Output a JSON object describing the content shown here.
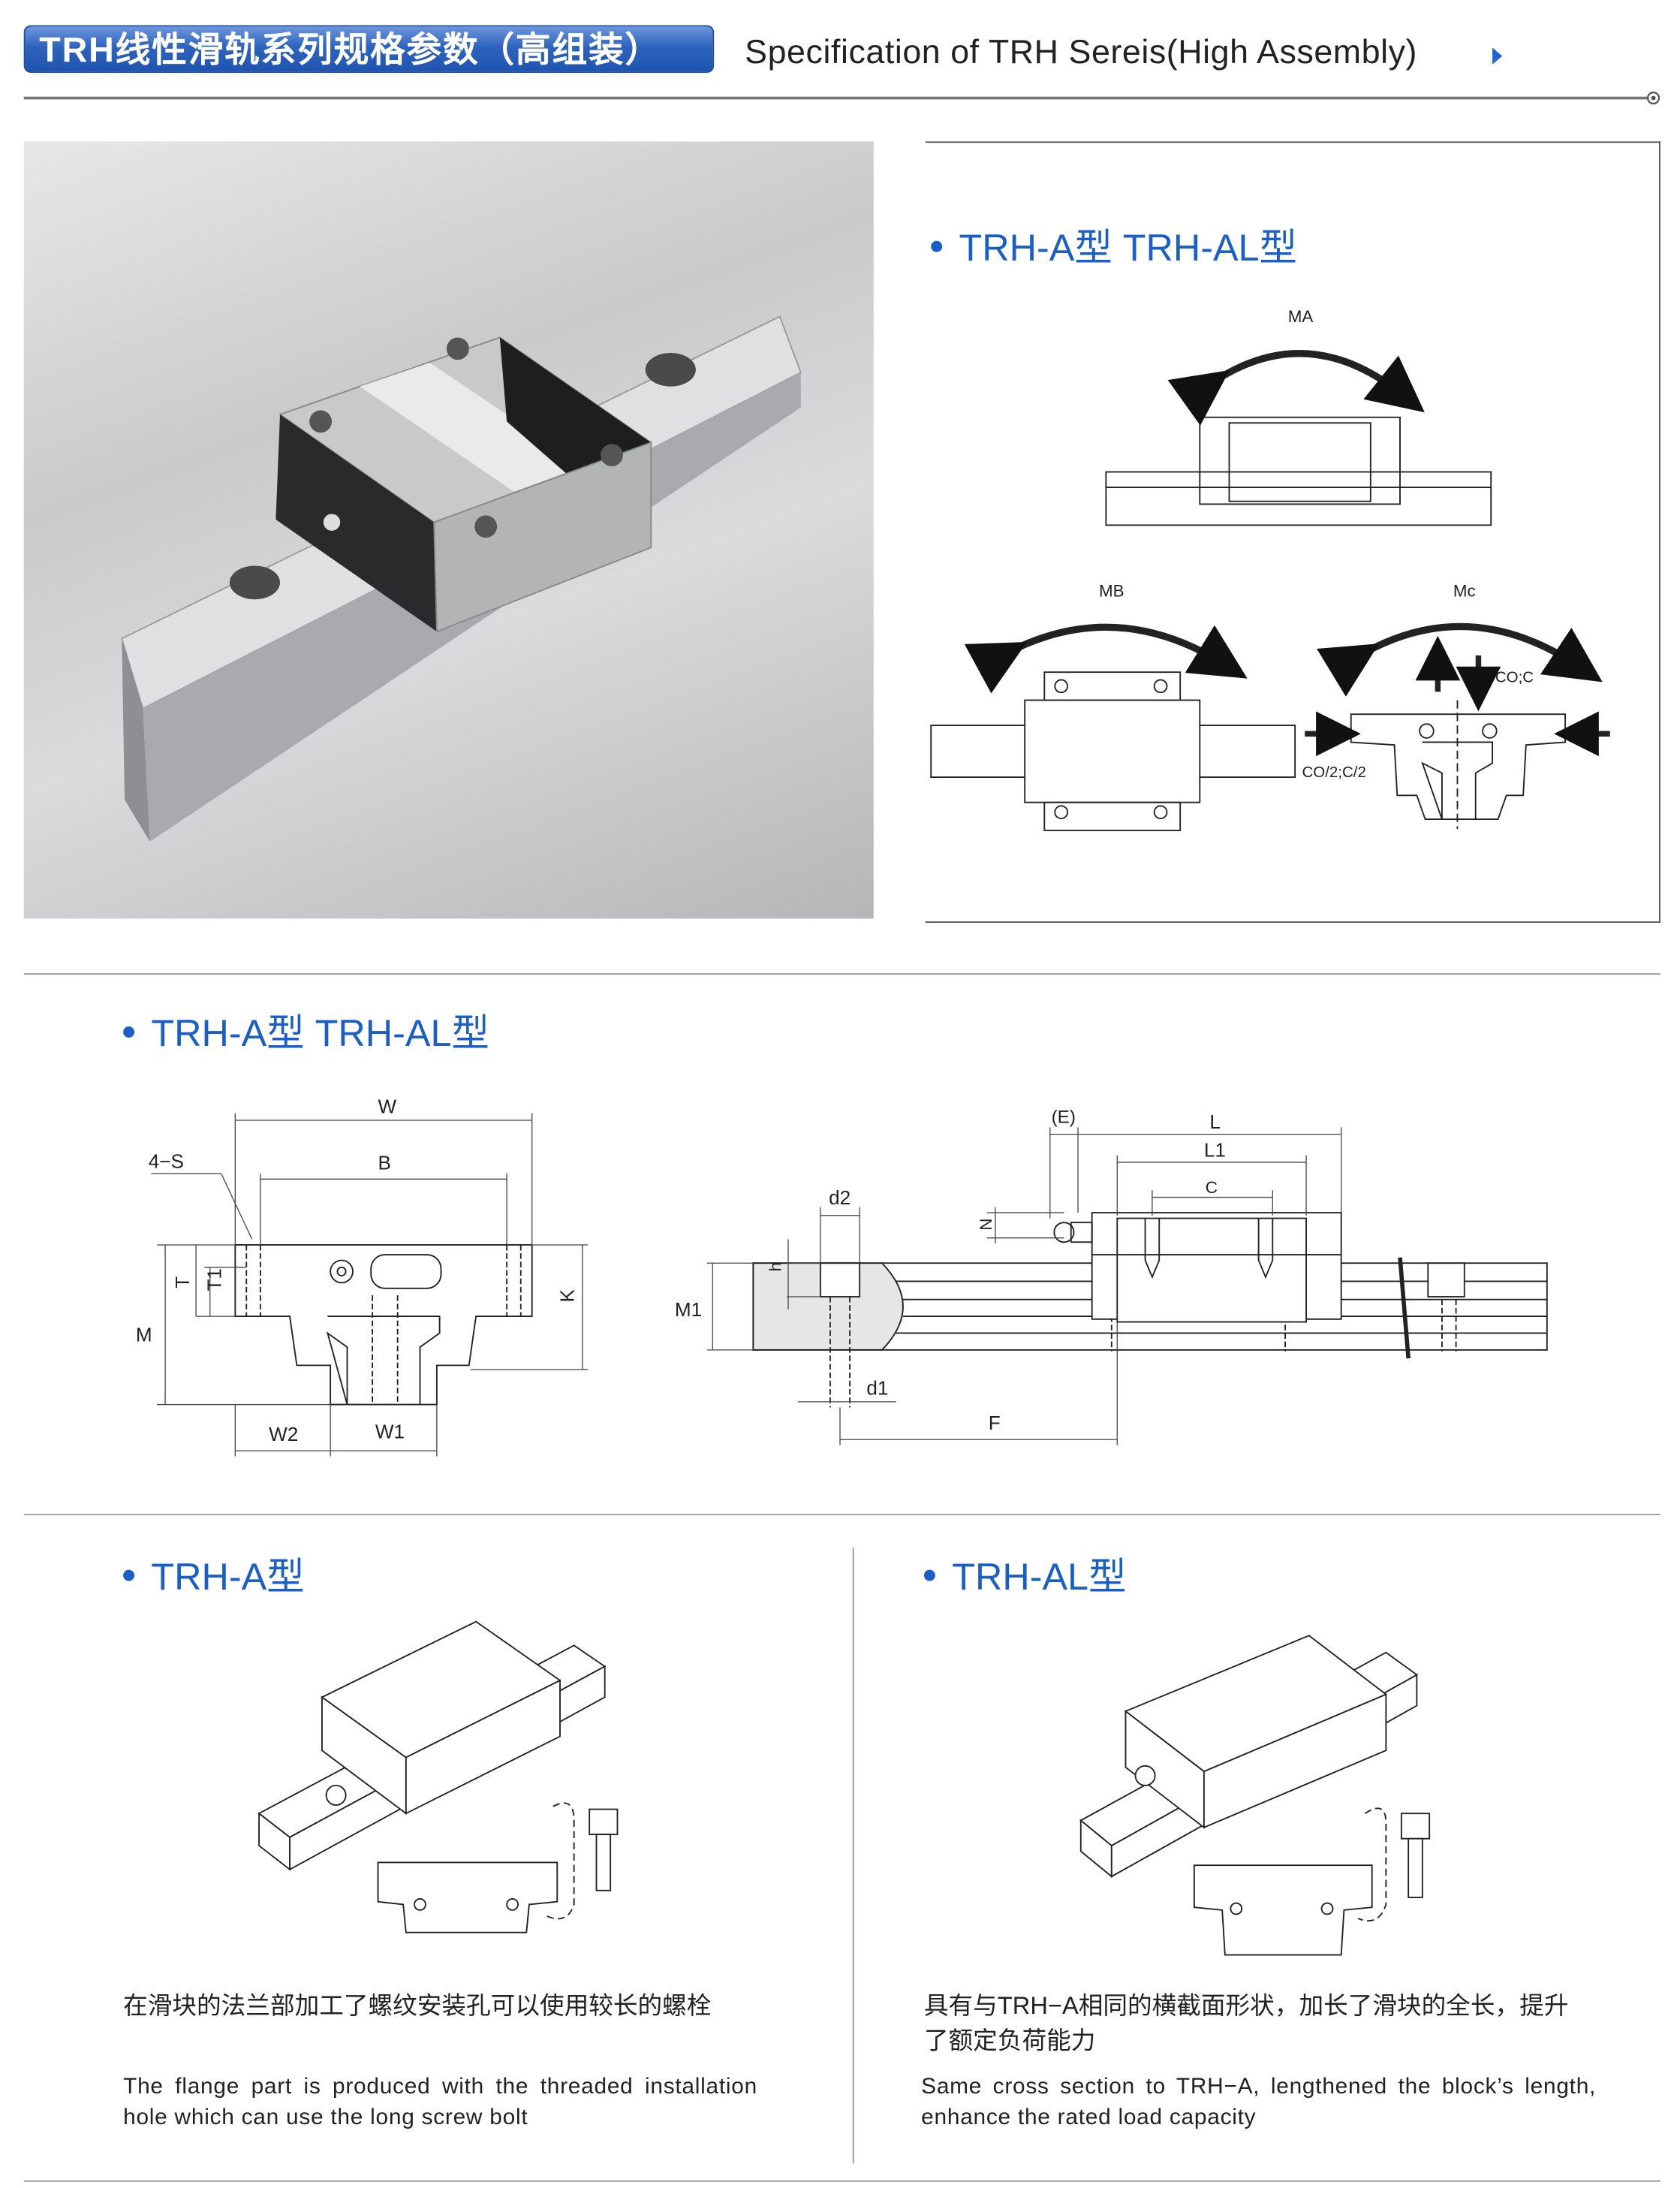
{
  "header": {
    "title_cn": "TRH线性滑轨系列规格参数（高组装）",
    "title_en": "Specification of TRH Sereis(High Assembly)",
    "accent": "#1a5fc8"
  },
  "moment_panel": {
    "title": "TRH-A型 TRH-AL型",
    "labels": {
      "ma": "MA",
      "mb": "MB",
      "mc": "Mc",
      "co_c": "CO;C",
      "co2_c2": "CO/2;C/2"
    }
  },
  "dimension_section": {
    "title": "TRH-A型  TRH-AL型",
    "front_labels": {
      "w": "W",
      "four_s": "4−S",
      "b": "B",
      "t": "T",
      "t1": "T1",
      "m": "M",
      "k": "K",
      "w2": "W2",
      "w1": "W1"
    },
    "side_labels": {
      "e": "(E)",
      "l": "L",
      "l1": "L1",
      "c": "C",
      "n": "N",
      "d2": "d2",
      "h": "h",
      "m1": "M1",
      "d1": "d1",
      "f": "F"
    }
  },
  "models": [
    {
      "title": "TRH-A型",
      "desc_cn": "在滑块的法兰部加工了螺纹安装孔可以使用较长的螺栓",
      "desc_en": "The flange part is produced with the threaded installation hole which can use the long screw bolt"
    },
    {
      "title": "TRH-AL型",
      "desc_cn_1": "具有与TRH−A相同的横截面形状，加长了滑块的全长，提升",
      "desc_cn_2": "了额定负荷能力",
      "desc_en": "Same cross section to TRH−A, lengthened the block’s length, enhance the rated load capacity"
    }
  ]
}
